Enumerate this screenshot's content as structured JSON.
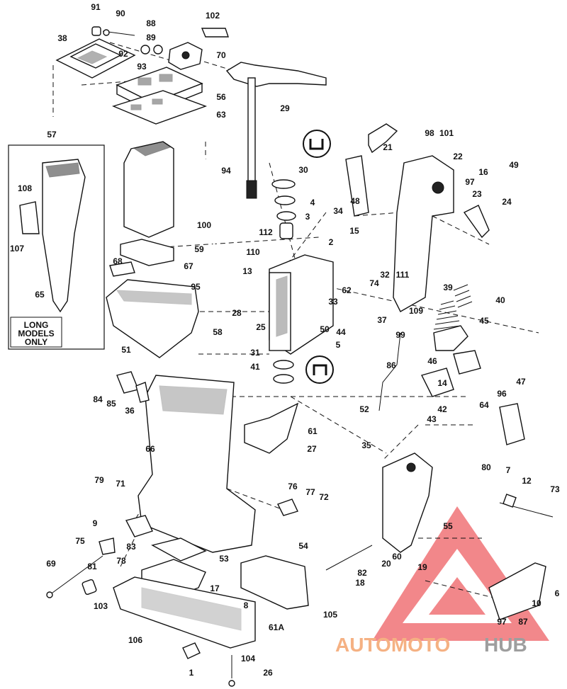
{
  "callouts": [
    "91",
    "90",
    "88",
    "102",
    "38",
    "89",
    "92",
    "70",
    "93",
    "56",
    "63",
    "29",
    "57",
    "98",
    "101",
    "21",
    "22",
    "49",
    "16",
    "97",
    "94",
    "30",
    "108",
    "4",
    "23",
    "24",
    "100",
    "34",
    "48",
    "3",
    "112",
    "107",
    "59",
    "2",
    "15",
    "110",
    "13",
    "68",
    "111",
    "32",
    "74",
    "62",
    "67",
    "95",
    "33",
    "109",
    "40",
    "39",
    "28",
    "37",
    "44",
    "45",
    "50",
    "99",
    "58",
    "65",
    "51",
    "5",
    "31",
    "41",
    "42",
    "43",
    "46",
    "14",
    "86",
    "84",
    "85",
    "36",
    "47",
    "96",
    "52",
    "64",
    "61",
    "66",
    "27",
    "35",
    "80",
    "79",
    "71",
    "76",
    "77",
    "72",
    "9",
    "7",
    "12",
    "73",
    "83",
    "75",
    "78",
    "54",
    "55",
    "69",
    "53",
    "19",
    "82",
    "17",
    "18",
    "20",
    "60",
    "81",
    "8",
    "6",
    "10",
    "97",
    "87",
    "103",
    "105",
    "61A",
    "106",
    "104",
    "1",
    "26",
    "25"
  ],
  "note": {
    "line1": "LONG",
    "line2": "MODELS",
    "line3": "ONLY"
  },
  "watermark": {
    "part1": "AUTOMOTO",
    "part2": "HUB",
    "color1": "#f5b183",
    "color2": "#9e9e9e",
    "triangle": "#e8262b"
  }
}
